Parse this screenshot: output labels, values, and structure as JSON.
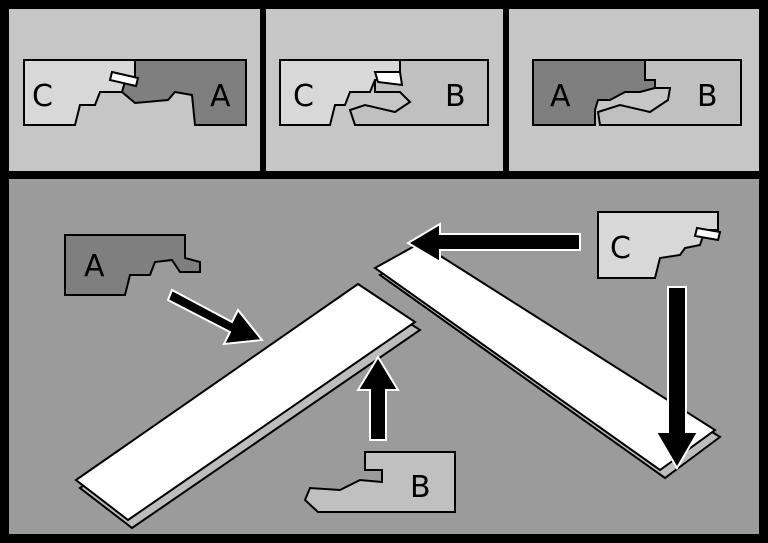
{
  "colors": {
    "frame": "#000000",
    "top_panel": "#c6c6c6",
    "bottom_panel": "#9b9b9b",
    "light_profile": "#d8d8d8",
    "dark_profile": "#7f7f7f",
    "board": "#ffffff"
  },
  "panels": [
    {
      "left_label": "C",
      "right_label": "A"
    },
    {
      "left_label": "C",
      "right_label": "B"
    },
    {
      "left_label": "A",
      "right_label": "B"
    }
  ],
  "bottom": {
    "profile_a": "A",
    "profile_b": "B",
    "profile_c": "C"
  }
}
